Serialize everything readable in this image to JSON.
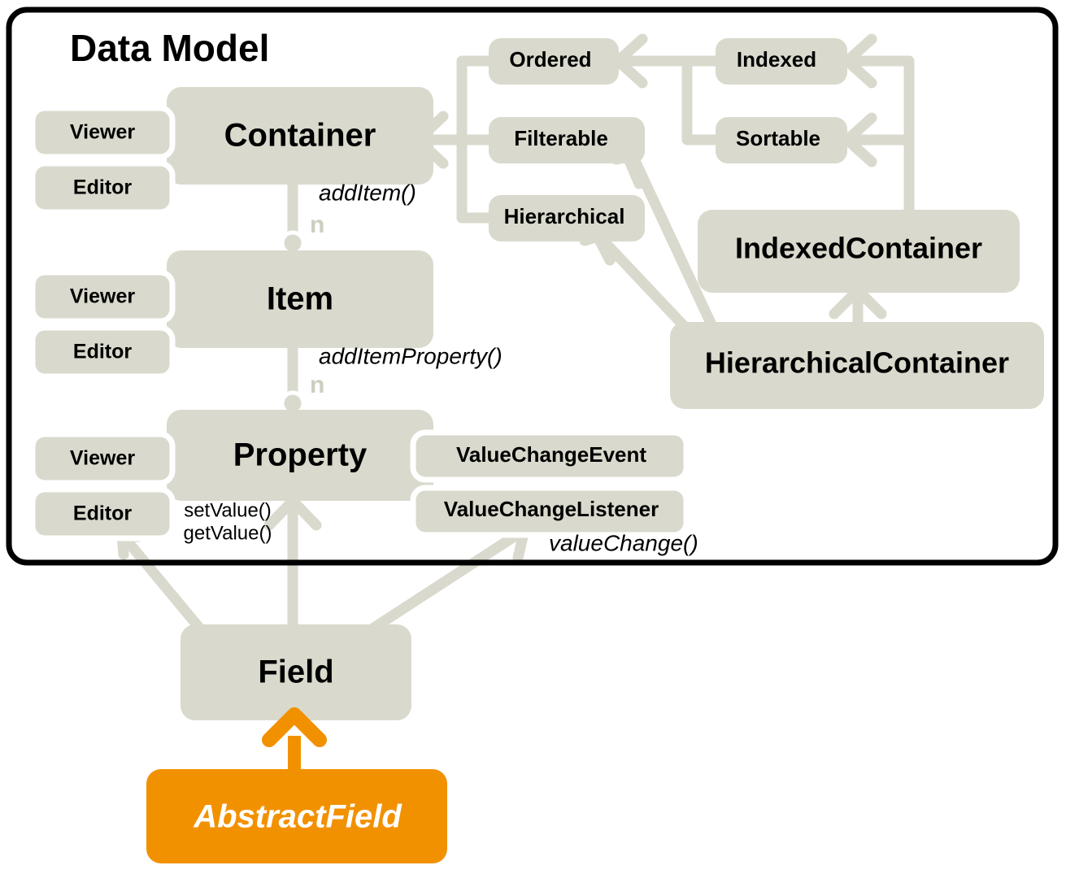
{
  "diagram": {
    "title": "Data Model",
    "panel_border_color": "#000000",
    "box_fill": "#d9d9cd",
    "accent_color": "#f29100",
    "connector_color": "#d9d9cd",
    "background": "#ffffff",
    "classes": [
      {
        "id": "container",
        "label": "Container"
      },
      {
        "id": "item",
        "label": "Item"
      },
      {
        "id": "property",
        "label": "Property"
      },
      {
        "id": "field",
        "label": "Field"
      },
      {
        "id": "indexed-container",
        "label": "IndexedContainer"
      },
      {
        "id": "hierarchical-container",
        "label": "HierarchicalContainer"
      },
      {
        "id": "abstract-field",
        "label": "AbstractField"
      }
    ],
    "interfaces": [
      {
        "id": "ordered",
        "label": "Ordered"
      },
      {
        "id": "filterable",
        "label": "Filterable"
      },
      {
        "id": "hierarchical",
        "label": "Hierarchical"
      },
      {
        "id": "indexed",
        "label": "Indexed"
      },
      {
        "id": "sortable",
        "label": "Sortable"
      },
      {
        "id": "value-change-event",
        "label": "ValueChangeEvent"
      },
      {
        "id": "value-change-listener",
        "label": "ValueChangeListener"
      }
    ],
    "tabs": {
      "container": [
        "Viewer",
        "Editor"
      ],
      "item": [
        "Viewer",
        "Editor"
      ],
      "property": [
        "Viewer",
        "Editor"
      ]
    },
    "methods": {
      "add_item": "addItem()",
      "add_item_property": "addItemProperty()",
      "set_value": "setValue()",
      "get_value": "getValue()",
      "value_change": "valueChange()"
    },
    "multiplicities": {
      "container_item": "n",
      "item_property": "n"
    }
  }
}
